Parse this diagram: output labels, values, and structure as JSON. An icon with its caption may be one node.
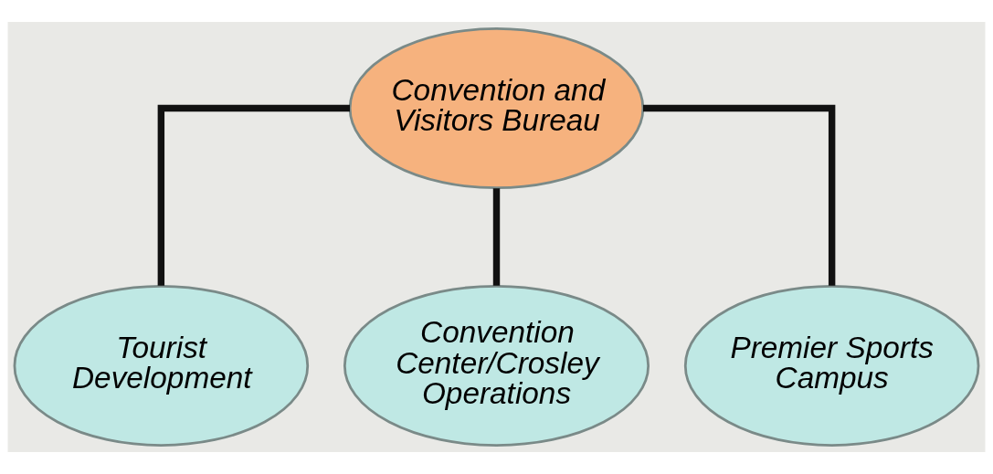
{
  "diagram": {
    "nodes": [
      {
        "text": [
          "Convention and Visitors Bureau"
        ]
      },
      {
        "text": [
          "Tourist Development"
        ]
      },
      {
        "text": [
          "Convention Center/Crosley Operations"
        ]
      },
      {
        "text": [
          "Premier Sports Campus"
        ]
      }
    ],
    "edges": [
      {
        "from": 0,
        "to": 1,
        "arrow": "none"
      },
      {
        "from": 0,
        "to": 2,
        "arrow": "none"
      },
      {
        "from": 0,
        "to": 3,
        "arrow": "none"
      }
    ]
  }
}
